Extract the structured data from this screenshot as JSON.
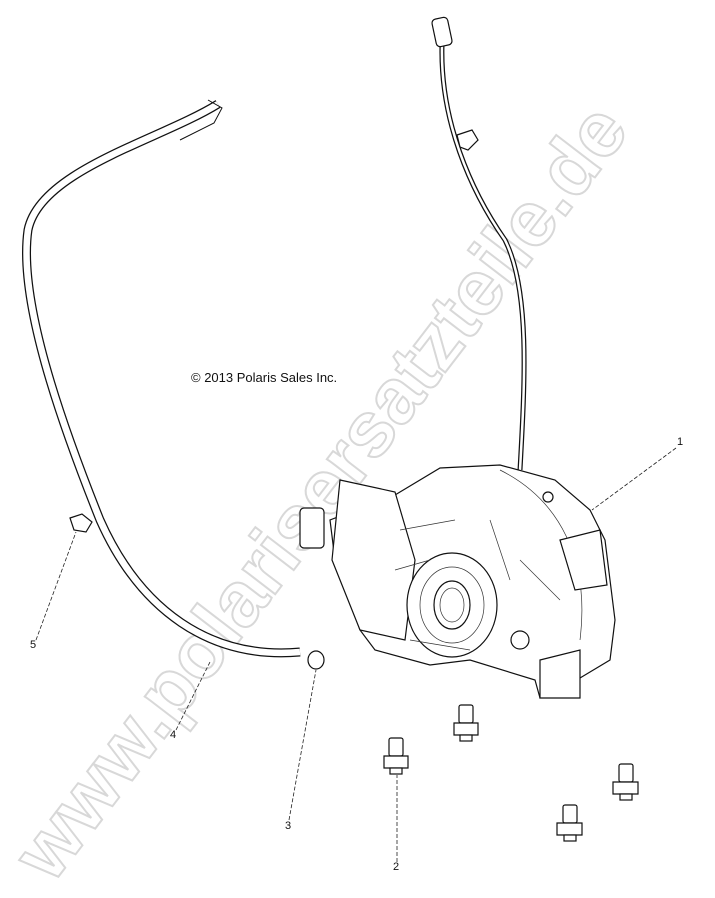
{
  "copyright": "© 2013 Polaris Sales Inc.",
  "watermark": "www.polarisersatzteile.de",
  "callouts": [
    {
      "label": "1",
      "part": "gearcase"
    },
    {
      "label": "2",
      "part": "bolt"
    },
    {
      "label": "3",
      "part": "clamp"
    },
    {
      "label": "4",
      "part": "vent-hose"
    },
    {
      "label": "5",
      "part": "clip"
    }
  ]
}
